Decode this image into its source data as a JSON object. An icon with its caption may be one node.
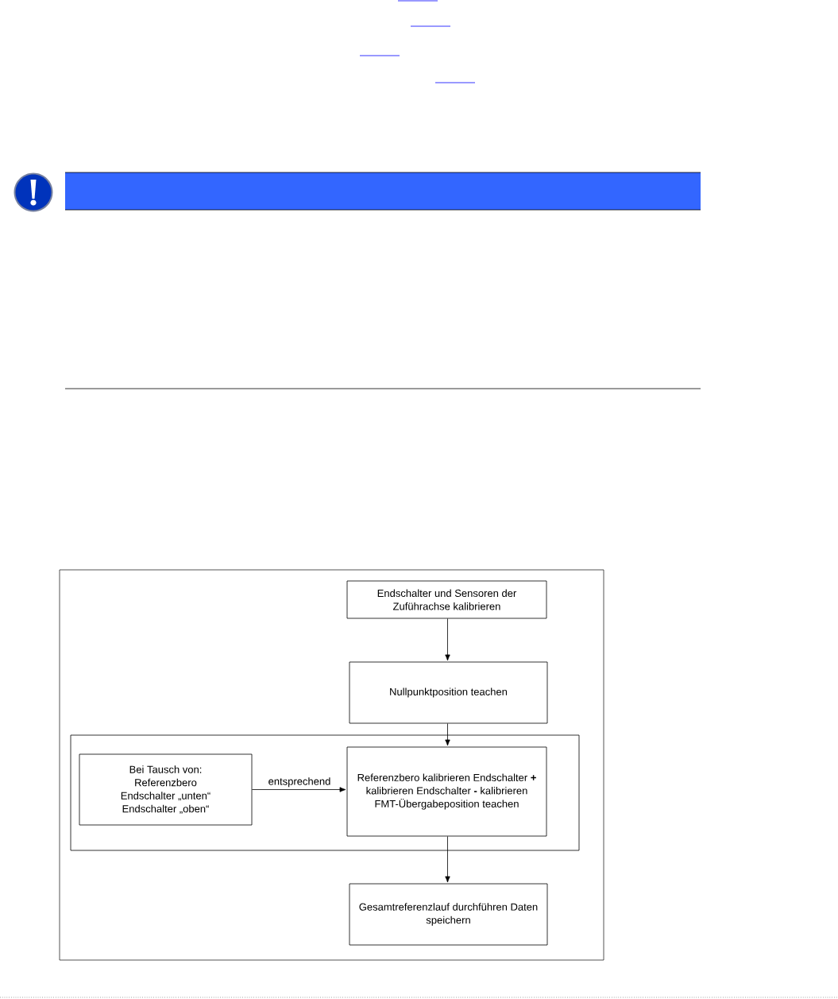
{
  "diagram": {
    "nodes": [
      {
        "text": [
          "Endschalter und Sensoren der Zuführachse kalibrieren"
        ]
      },
      {
        "text": [
          "Nullpunktposition teachen"
        ]
      },
      {
        "text": [],
        "shape": "box"
      },
      {
        "text": [
          "Bei Tausch von: Referenzbero Endschalter „unten“ Endschalter „oben“"
        ],
        "in": 2
      },
      {
        "text": [
          "Referenzbero kalibrieren Endschalter **+** kalibrieren Endschalter **-** kalibrieren FMT-Übergabeposition teachen"
        ],
        "in": 2
      },
      {
        "text": [
          "Gesamtreferenzlauf durchführen Daten speichern"
        ]
      }
    ],
    "edges": [
      {
        "from": 0,
        "to": 1,
        "arrow": "to"
      },
      {
        "from": 1,
        "to": 4,
        "arrow": "to"
      },
      {
        "from": 3,
        "to": 4,
        "arrow": "to",
        "label": "entsprechend"
      },
      {
        "from": 4,
        "to": 5,
        "arrow": "to"
      }
    ]
  }
}
